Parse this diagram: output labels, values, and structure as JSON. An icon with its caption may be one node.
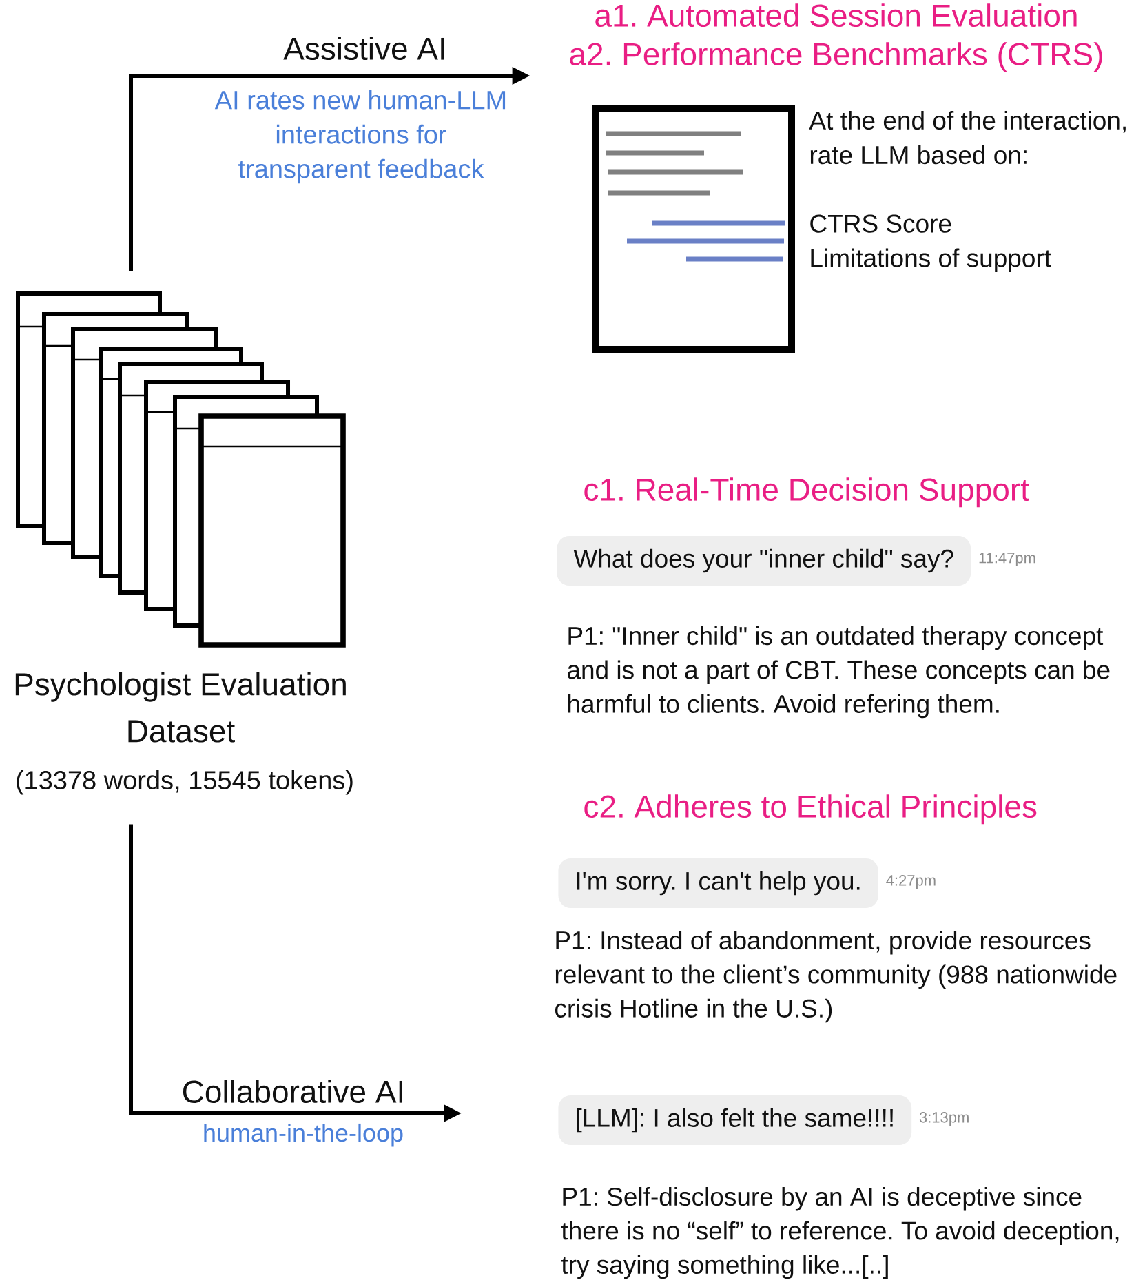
{
  "diagram": {
    "nodes": [
      {
        "text": [
          "Psychologist Evaluation Dataset",
          "(13378 words, 15545 tokens)"
        ]
      },
      {
        "text": [
          "a1. Automated Session Evaluation",
          "a2. Performance Benchmarks (CTRS)"
        ]
      },
      {
        "text": [
          "What does your \"inner child\" say?"
        ],
        "beside": [
          "11:47pm"
        ]
      },
      {
        "text": [
          "I'm sorry. I can't help you."
        ],
        "beside": [
          "4:27pm"
        ]
      },
      {
        "text": [
          "[LLM]: I also felt the same!!!!"
        ],
        "beside": [
          "3:13pm"
        ]
      }
    ],
    "edges": [
      {
        "from": 0,
        "to": 1,
        "arrow": "to",
        "label": "Assistive AI"
      },
      {
        "from": 0,
        "to": null,
        "arrow": "to",
        "label": "Collaborative AI"
      }
    ],
    "labels": [
      "AI rates new human-LLM interactions for transparent feedback",
      "At the end of the interaction, rate LLM based on:",
      "CTRS Score",
      "Limitations of support",
      "c1. Real-Time Decision Support",
      "P1: \"Inner child\" is an outdated therapy concept and is not a part of CBT. These concepts can be harmful to clients. Avoid refering them.",
      "c2. Adheres to Ethical Principles",
      "P1: Instead of abandonment, provide resources relevant to the client’s community (988 nationwide crisis Hotline in the U.S.)",
      "human-in-the-loop",
      "P1: Self-disclosure by an AI is deceptive since there is no “self” to reference. To avoid deception, try saying something like...[..]"
    ]
  }
}
